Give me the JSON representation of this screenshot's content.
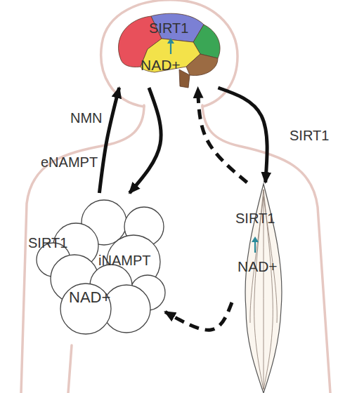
{
  "diagram": {
    "nodes": [
      {
        "text": [
          "SIRT1",
          "NAD+"
        ]
      },
      {
        "text": [
          "SIRT1",
          "iNAMPT",
          "NAD+"
        ]
      },
      {
        "text": [
          "SIRT1",
          "NAD+"
        ]
      }
    ],
    "edges": [
      {
        "from": 1,
        "to": 0,
        "arrow": "to",
        "label": "NMN"
      },
      {
        "from": 0,
        "to": 1,
        "arrow": "to"
      },
      {
        "from": 0,
        "to": 2,
        "arrow": "to",
        "label": "SIRT1"
      },
      {
        "from": 2,
        "to": 0,
        "arrow": "to"
      },
      {
        "from": 2,
        "to": 1,
        "arrow": "to"
      }
    ],
    "labels": [
      "eNAMPT"
    ]
  }
}
